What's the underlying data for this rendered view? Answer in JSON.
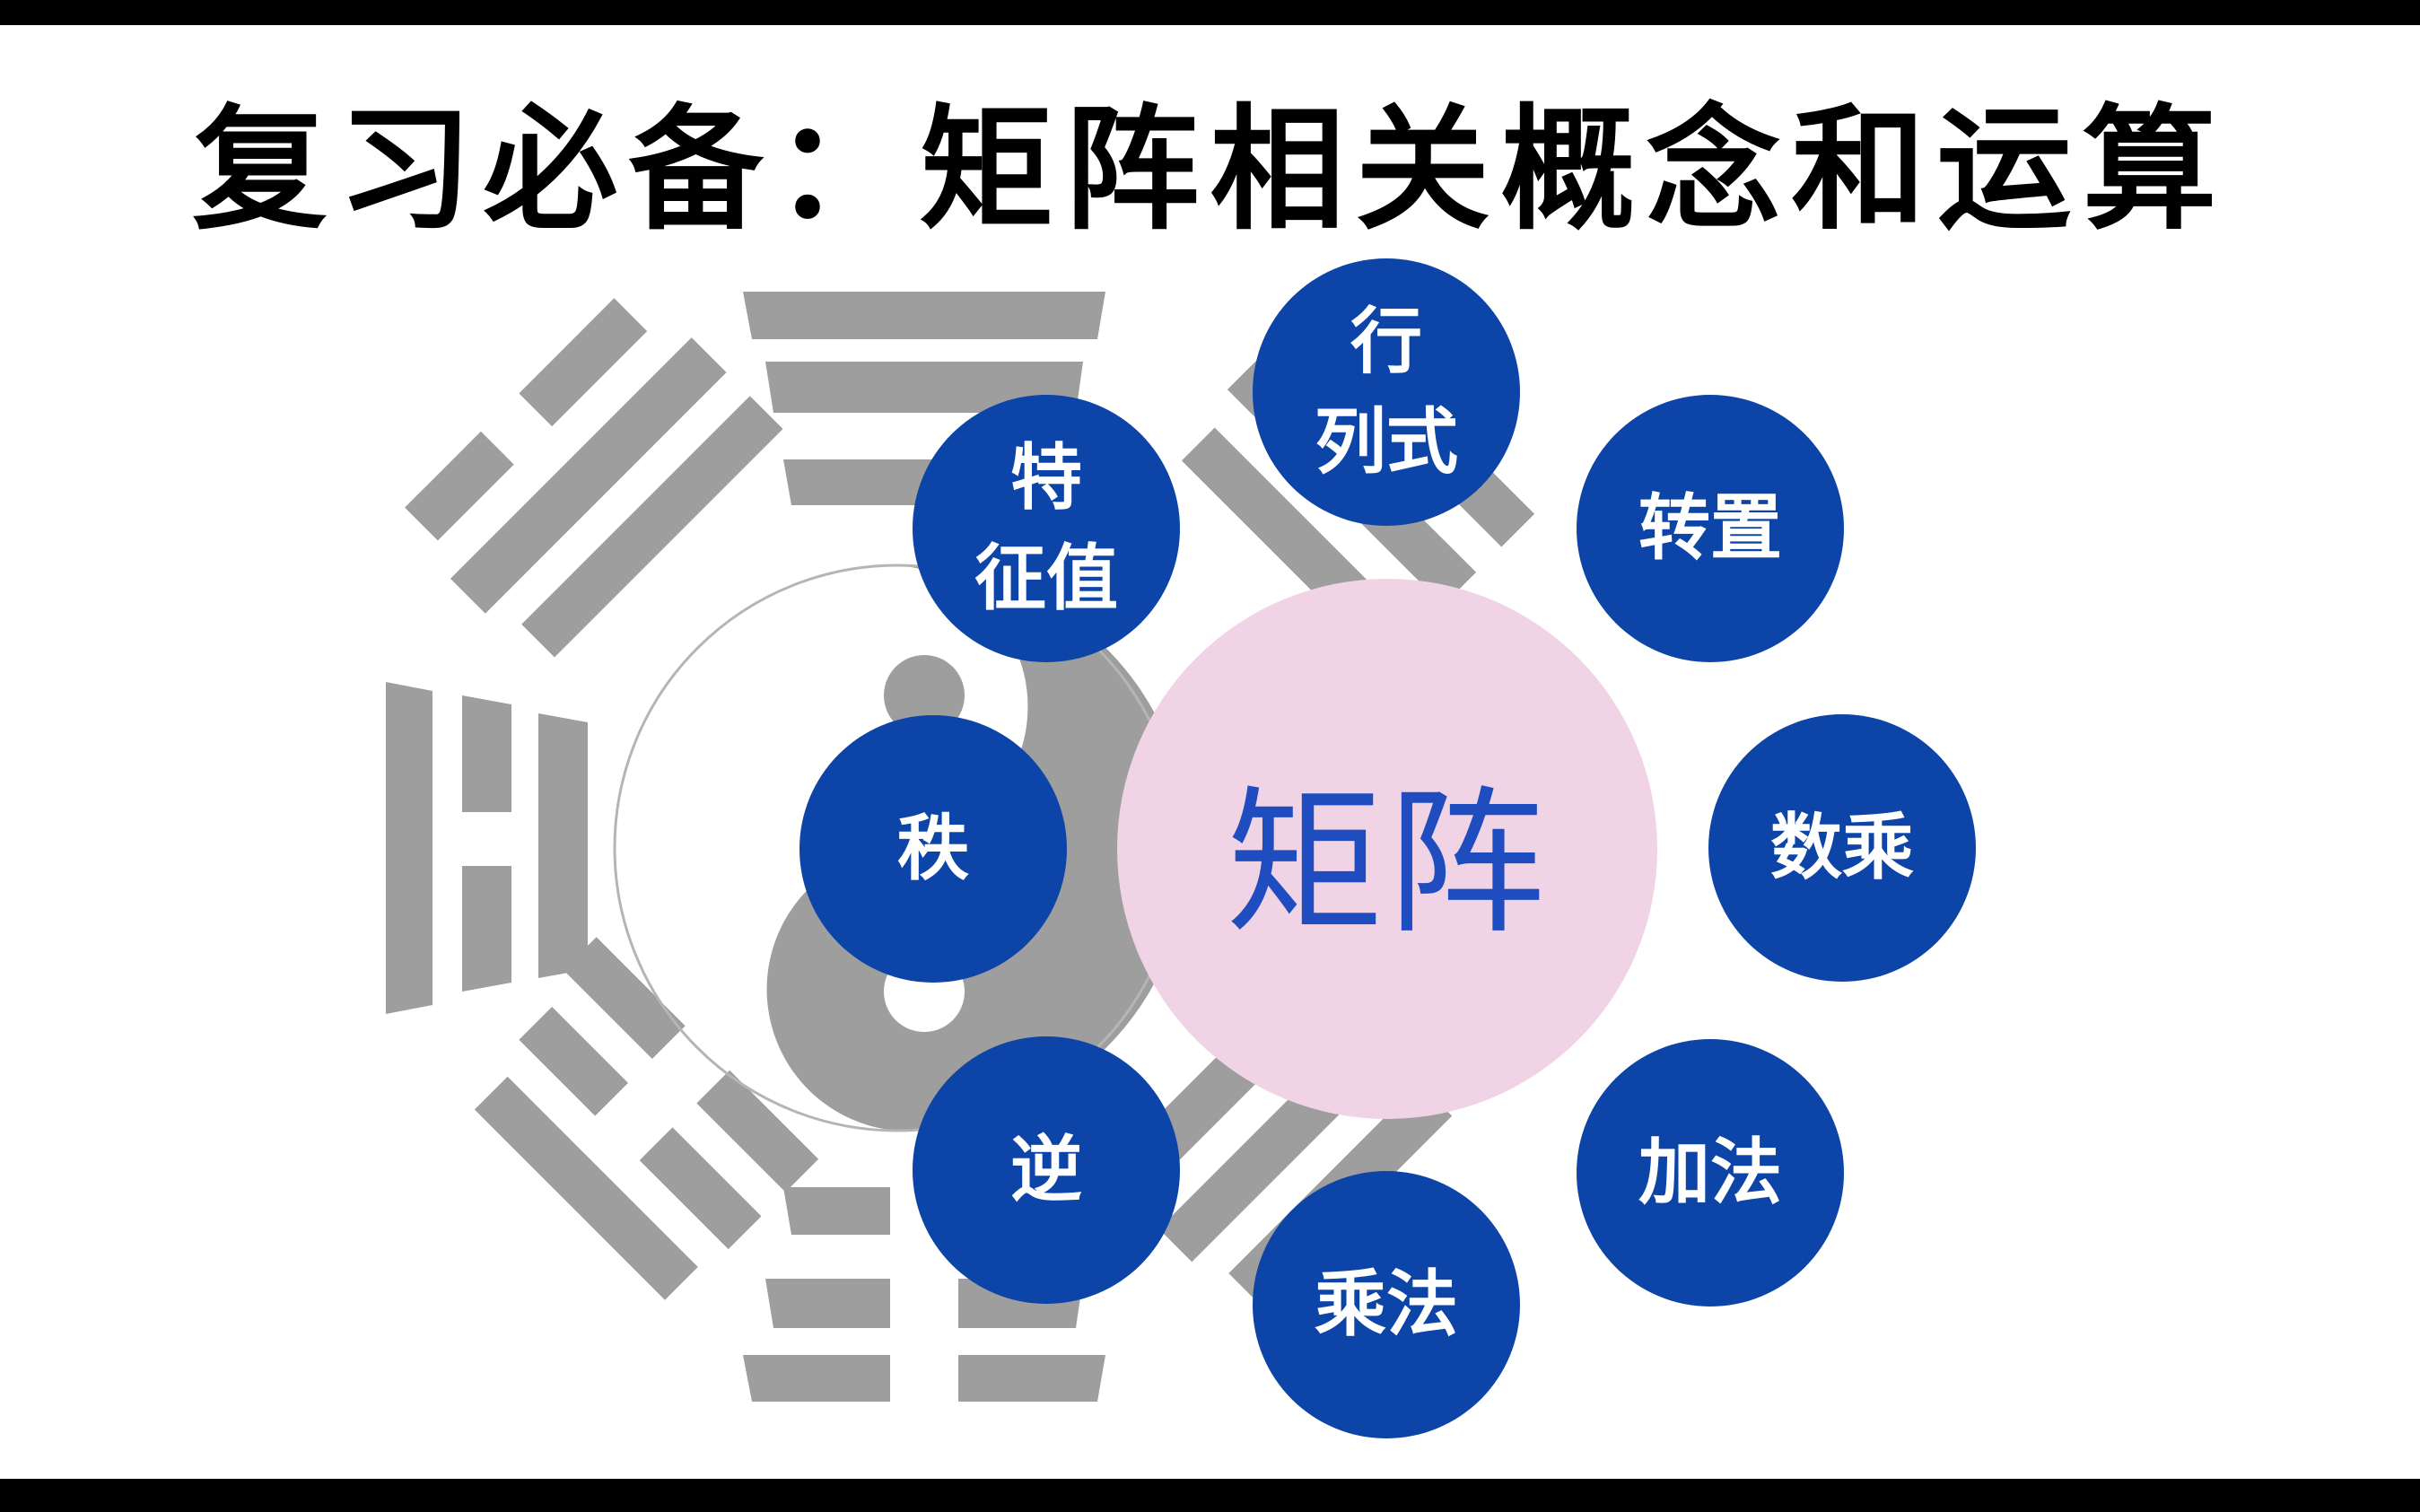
{
  "title": "复习必备：矩阵相关概念和运算",
  "center": {
    "label": "矩阵"
  },
  "nodes": [
    {
      "id": "hanglieshi",
      "label": "行\n列式"
    },
    {
      "id": "zhuanzhi",
      "label": "转置"
    },
    {
      "id": "shucheng",
      "label": "数乘"
    },
    {
      "id": "jiafa",
      "label": "加法"
    },
    {
      "id": "chengfa",
      "label": "乘法"
    },
    {
      "id": "ni",
      "label": "逆"
    },
    {
      "id": "zhi",
      "label": "秩"
    },
    {
      "id": "tezhengzhi",
      "label": "特\n征值"
    }
  ],
  "colors": {
    "node_fill": "#0c44a8",
    "center_fill": "#f0d4e6",
    "center_text": "#1f4dbf",
    "bagua_gray": "#9e9e9e"
  },
  "background": "bagua-taiji-icon"
}
